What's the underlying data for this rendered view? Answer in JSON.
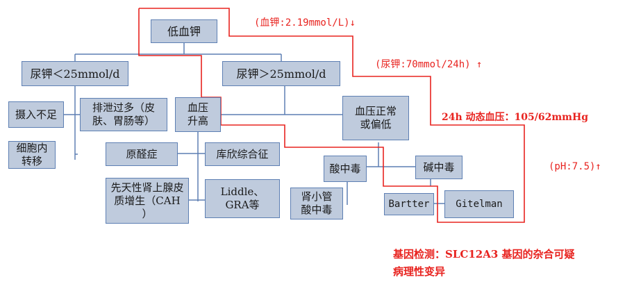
{
  "nodes": {
    "hypokalemia": "低血钾",
    "urine_k_low": "尿钾＜25mmol/d",
    "urine_k_high": "尿钾＞25mmol/d",
    "intake_insufficient": "摄入不足",
    "excess_loss": "排泄过多（皮肤、胃肠等）",
    "intracellular_shift": "细胞内转移",
    "bp_high": "血压升高",
    "bp_normal_low": "血压正常或偏低",
    "primary_aldosteronism": "原醛症",
    "cushing": "库欣综合征",
    "cah": "先天性肾上腺皮质增生（CAH ）",
    "liddle_gra": "Liddle、GRA等",
    "acidosis": "酸中毒",
    "alkalosis": "碱中毒",
    "rta": "肾小管酸中毒",
    "bartter": "Bartter",
    "gitelman": "Gitelman"
  },
  "annotations": {
    "serum_k": "(血钾:2.19mmol/L)↓",
    "urine_k": "(尿钾:70mmol/24h) ↑",
    "ambulatory_bp": "24h 动态血压：105/62mmHg",
    "ph": "(pH:7.5)↑",
    "genetic_line1": "基因检测：SLC12A3 基因的杂合可疑",
    "genetic_line2": "病理性变异"
  },
  "colors": {
    "box_fill": "#bfcbdd",
    "box_border": "#5d7fb3",
    "connector": "#5d7fb3",
    "highlight": "#e8231f"
  }
}
